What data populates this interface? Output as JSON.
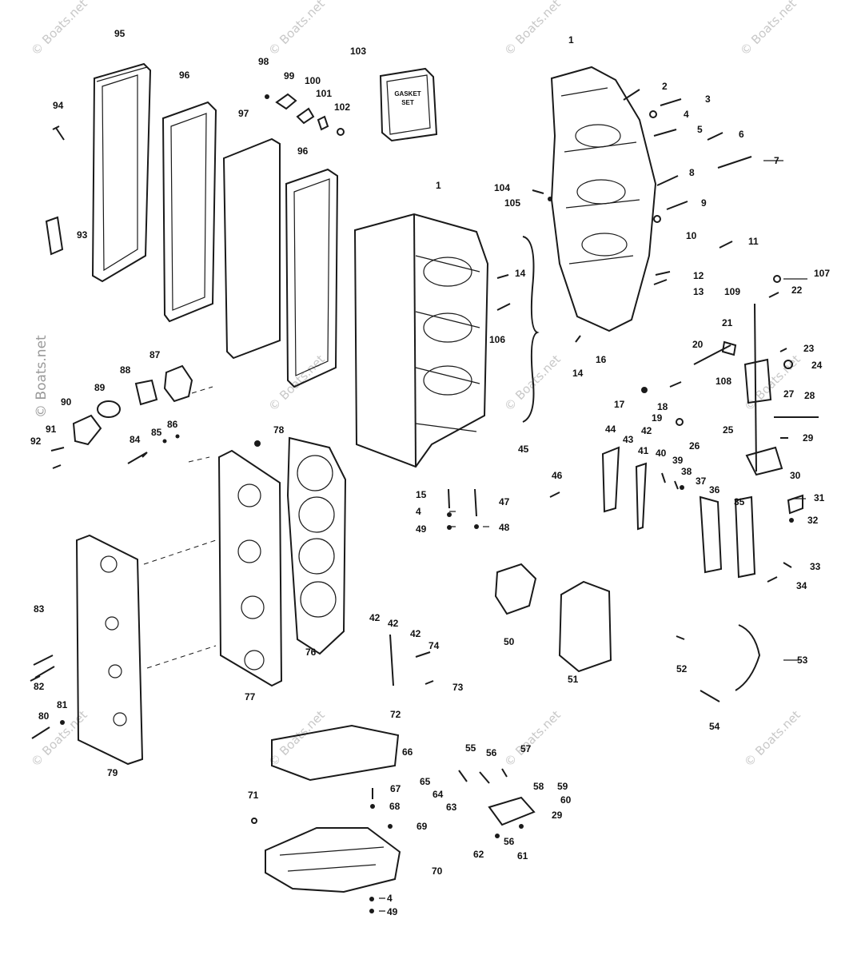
{
  "watermark": "© Boats.net",
  "gasket_set_label": [
    "GASKET",
    "SET"
  ],
  "callouts": {
    "c1": "1",
    "c1b": "1",
    "c2": "2",
    "c3": "3",
    "c4a": "4",
    "c4b": "4",
    "c4c": "4",
    "c5": "5",
    "c6": "6",
    "c7": "7",
    "c8": "8",
    "c9": "9",
    "c10": "10",
    "c11": "11",
    "c12": "12",
    "c13": "13",
    "c14a": "14",
    "c14b": "14",
    "c15": "15",
    "c16": "16",
    "c17": "17",
    "c18": "18",
    "c19": "19",
    "c20": "20",
    "c21": "21",
    "c22": "22",
    "c23": "23",
    "c24": "24",
    "c25": "25",
    "c26": "26",
    "c27": "27",
    "c28": "28",
    "c29a": "29",
    "c29b": "29",
    "c30": "30",
    "c31": "31",
    "c32": "32",
    "c33": "33",
    "c34": "34",
    "c35": "35",
    "c36": "36",
    "c37": "37",
    "c38a": "38",
    "c39": "39",
    "c40": "40",
    "c41": "41",
    "c42a": "42",
    "c42b": "42",
    "c42c": "42",
    "c42d": "42",
    "c43": "43",
    "c44": "44",
    "c45": "45",
    "c46": "46",
    "c47": "47",
    "c48": "48",
    "c49a": "49",
    "c49b": "49",
    "c50": "50",
    "c51": "51",
    "c52": "52",
    "c53": "53",
    "c54": "54",
    "c55a": "55",
    "c56a": "56",
    "c56b": "56",
    "c57": "57",
    "c58": "58",
    "c59": "59",
    "c60": "60",
    "c61": "61",
    "c62": "62",
    "c63": "63",
    "c64": "64",
    "c65": "65",
    "c66": "66",
    "c67": "67",
    "c68": "68",
    "c69": "69",
    "c70": "70",
    "c71": "71",
    "c72": "72",
    "c73": "73",
    "c74": "74",
    "c76": "76",
    "c77": "77",
    "c78": "78",
    "c79": "79",
    "c80": "80",
    "c81": "81",
    "c82": "82",
    "c83": "83",
    "c84": "84",
    "c85": "85",
    "c86": "86",
    "c87": "87",
    "c88": "88",
    "c89": "89",
    "c90": "90",
    "c91": "91",
    "c92": "92",
    "c93": "93",
    "c94": "94",
    "c95": "95",
    "c96a": "96",
    "c96b": "96",
    "c97": "97",
    "c98": "98",
    "c99": "99",
    "c100": "100",
    "c101": "101",
    "c102": "102",
    "c103": "103",
    "c104": "104",
    "c105": "105",
    "c106": "106",
    "c107": "107",
    "c108": "108",
    "c109": "109"
  }
}
